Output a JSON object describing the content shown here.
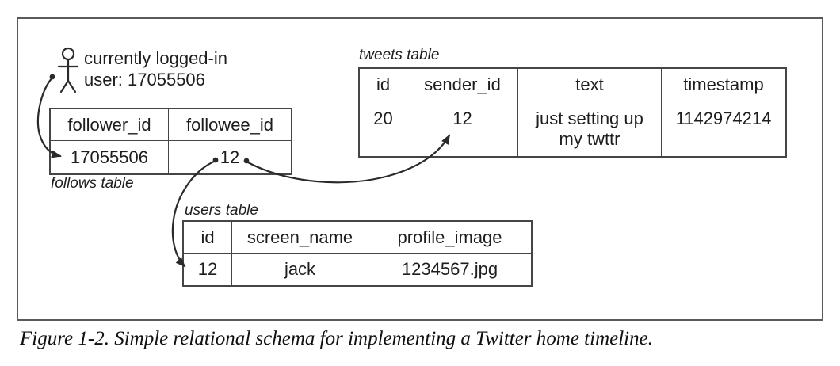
{
  "figure": {
    "caption": "Figure 1-2. Simple relational schema for implementing a Twitter home timeline."
  },
  "actor": {
    "icon": "person-stick-figure",
    "line1": "currently logged-in",
    "line2": "user: 17055506"
  },
  "tables": {
    "follows": {
      "label": "follows table",
      "columns": [
        "follower_id",
        "followee_id"
      ],
      "rows": [
        [
          "17055506",
          "12"
        ]
      ]
    },
    "tweets": {
      "label": "tweets table",
      "columns": [
        "id",
        "sender_id",
        "text",
        "timestamp"
      ],
      "rows": [
        [
          "20",
          "12",
          "just setting up my twttr",
          "1142974214"
        ]
      ]
    },
    "users": {
      "label": "users table",
      "columns": [
        "id",
        "screen_name",
        "profile_image"
      ],
      "rows": [
        [
          "12",
          "jack",
          "1234567.jpg"
        ]
      ]
    }
  },
  "relations": [
    {
      "from": "currently logged-in user 17055506",
      "to": "follows.follower_id 17055506"
    },
    {
      "from": "follows.followee_id 12",
      "to": "users.id 12"
    },
    {
      "from": "follows.followee_id 12",
      "to": "tweets.sender_id 12"
    }
  ],
  "colors": {
    "line": "#454547",
    "frame": "#5a5a5c",
    "arrow": "#2a2a2c",
    "text": "#1d1d1f",
    "background": "#ffffff"
  }
}
